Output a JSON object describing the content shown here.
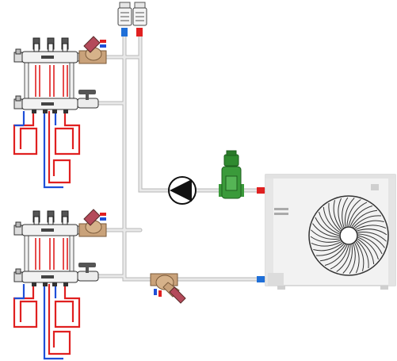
{
  "diagram": {
    "type": "hydronic heat pump schematic",
    "colors": {
      "hot": "#e02020",
      "cold": "#1f4fd8",
      "pipe": "#d9d9d9",
      "pipe_edge": "#b8b8b8",
      "brass": "#c9a27a",
      "separator": "#3a9a3a",
      "unit_body": "#efefef",
      "valve_handle": "#b44a5a"
    },
    "components": {
      "air_vents": [
        "cold-air-vent",
        "hot-air-vent"
      ],
      "manifolds": [
        "upper-manifold",
        "lower-manifold"
      ],
      "underfloor_loops_per_manifold": 3,
      "circulation_pump": "pump-icon",
      "dirt_separator": "magnetic-dirt-separator",
      "balancing_valve": "balancing-valve",
      "outdoor_unit": "heat-pump-outdoor-unit"
    }
  }
}
